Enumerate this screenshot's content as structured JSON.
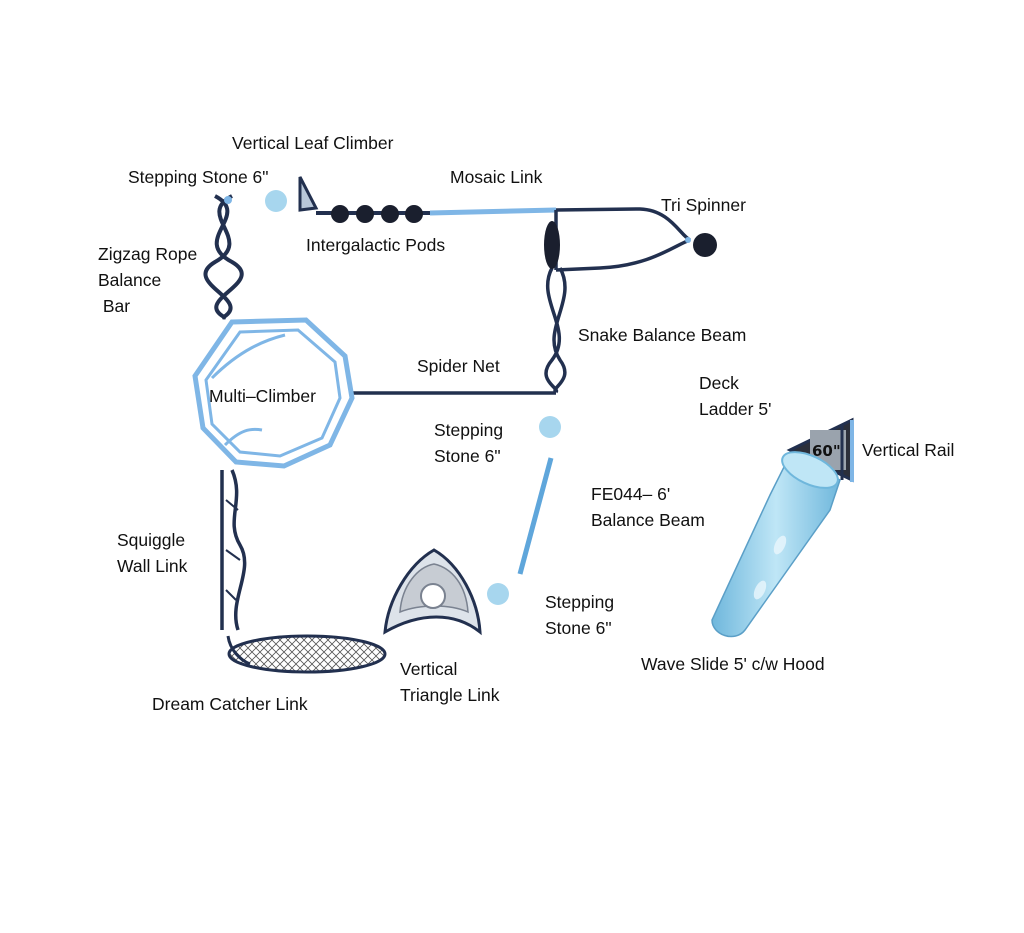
{
  "labels": {
    "vertical_leaf_climber": "Vertical Leaf Climber",
    "stepping_stone_top": "Stepping Stone 6\"",
    "mosaic_link": "Mosaic Link",
    "tri_spinner": "Tri Spinner",
    "intergalactic_pods": "Intergalactic Pods",
    "zigzag_rope": "Zigzag Rope\nBalance\n Bar",
    "snake_balance_beam": "Snake Balance Beam",
    "spider_net": "Spider Net",
    "multi_climber": "Multi–Climber",
    "deck_ladder": "Deck\nLadder 5'",
    "stepping_stone_mid": "Stepping\nStone 6\"",
    "vertical_rail": "Vertical Rail",
    "fe044_balance_beam": "FE044– 6'\nBalance Beam",
    "squiggle_wall_link": "Squiggle\nWall Link",
    "stepping_stone_low": "Stepping\nStone 6\"",
    "wave_slide": "Wave Slide 5' c/w Hood",
    "vertical_triangle_link": "Vertical\nTriangle Link",
    "dream_catcher_link": "Dream Catcher Link"
  },
  "deck_height": "60\"",
  "colors": {
    "light_blue": "#7fb6e6",
    "stone_blue": "#a7d6ee",
    "dark_navy": "#22304f",
    "slide_blue": "#9fd4ee"
  }
}
